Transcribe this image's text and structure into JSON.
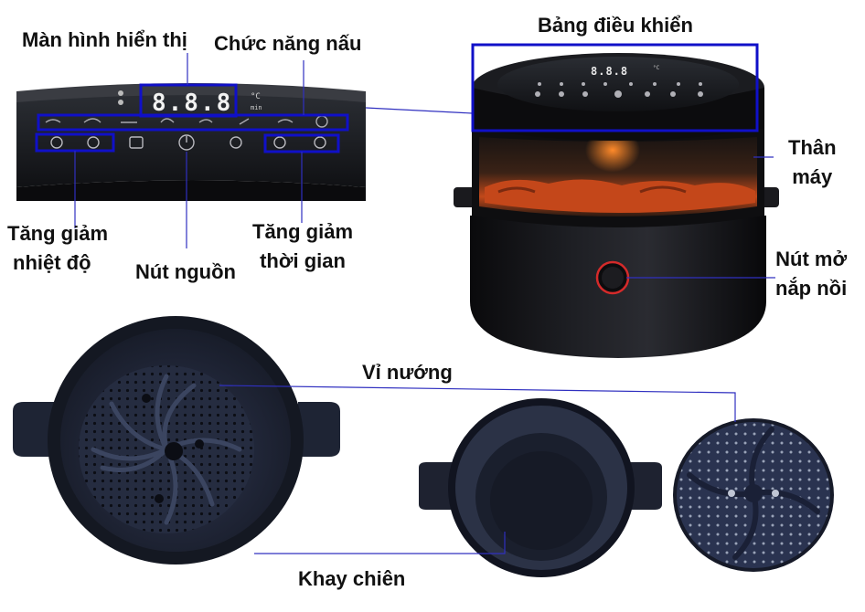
{
  "display": {
    "digits": "8.8.8",
    "unit_top": "°C",
    "unit_bottom": "min"
  },
  "labels": {
    "display_screen": "Màn hình hiển thị",
    "cooking_functions": "Chức năng nấu",
    "control_panel": "Bảng điều khiển",
    "body_line1": "Thân",
    "body_line2": "máy",
    "temp_adjust_line1": "Tăng giảm",
    "temp_adjust_line2": "nhiệt độ",
    "power_button": "Nút nguồn",
    "time_adjust_line1": "Tăng giảm",
    "time_adjust_line2": "thời gian",
    "lid_button_line1": "Nút mở",
    "lid_button_line2": "nắp nồi",
    "grill_rack": "Vỉ nướng",
    "frying_tray": "Khay chiên"
  },
  "colors": {
    "highlight_box": "#1010c8",
    "leader_line": "#3030c0",
    "appliance_black": "#141418",
    "lid_button_ring": "#d42a2a",
    "food_glow": "#d2541c",
    "basket_navy": "#232a3c"
  },
  "icons": [
    "temp-up-icon",
    "temp-down-icon",
    "menu-icon",
    "power-icon",
    "preset-icon",
    "time-down-icon",
    "time-up-icon",
    "fan-icon"
  ]
}
